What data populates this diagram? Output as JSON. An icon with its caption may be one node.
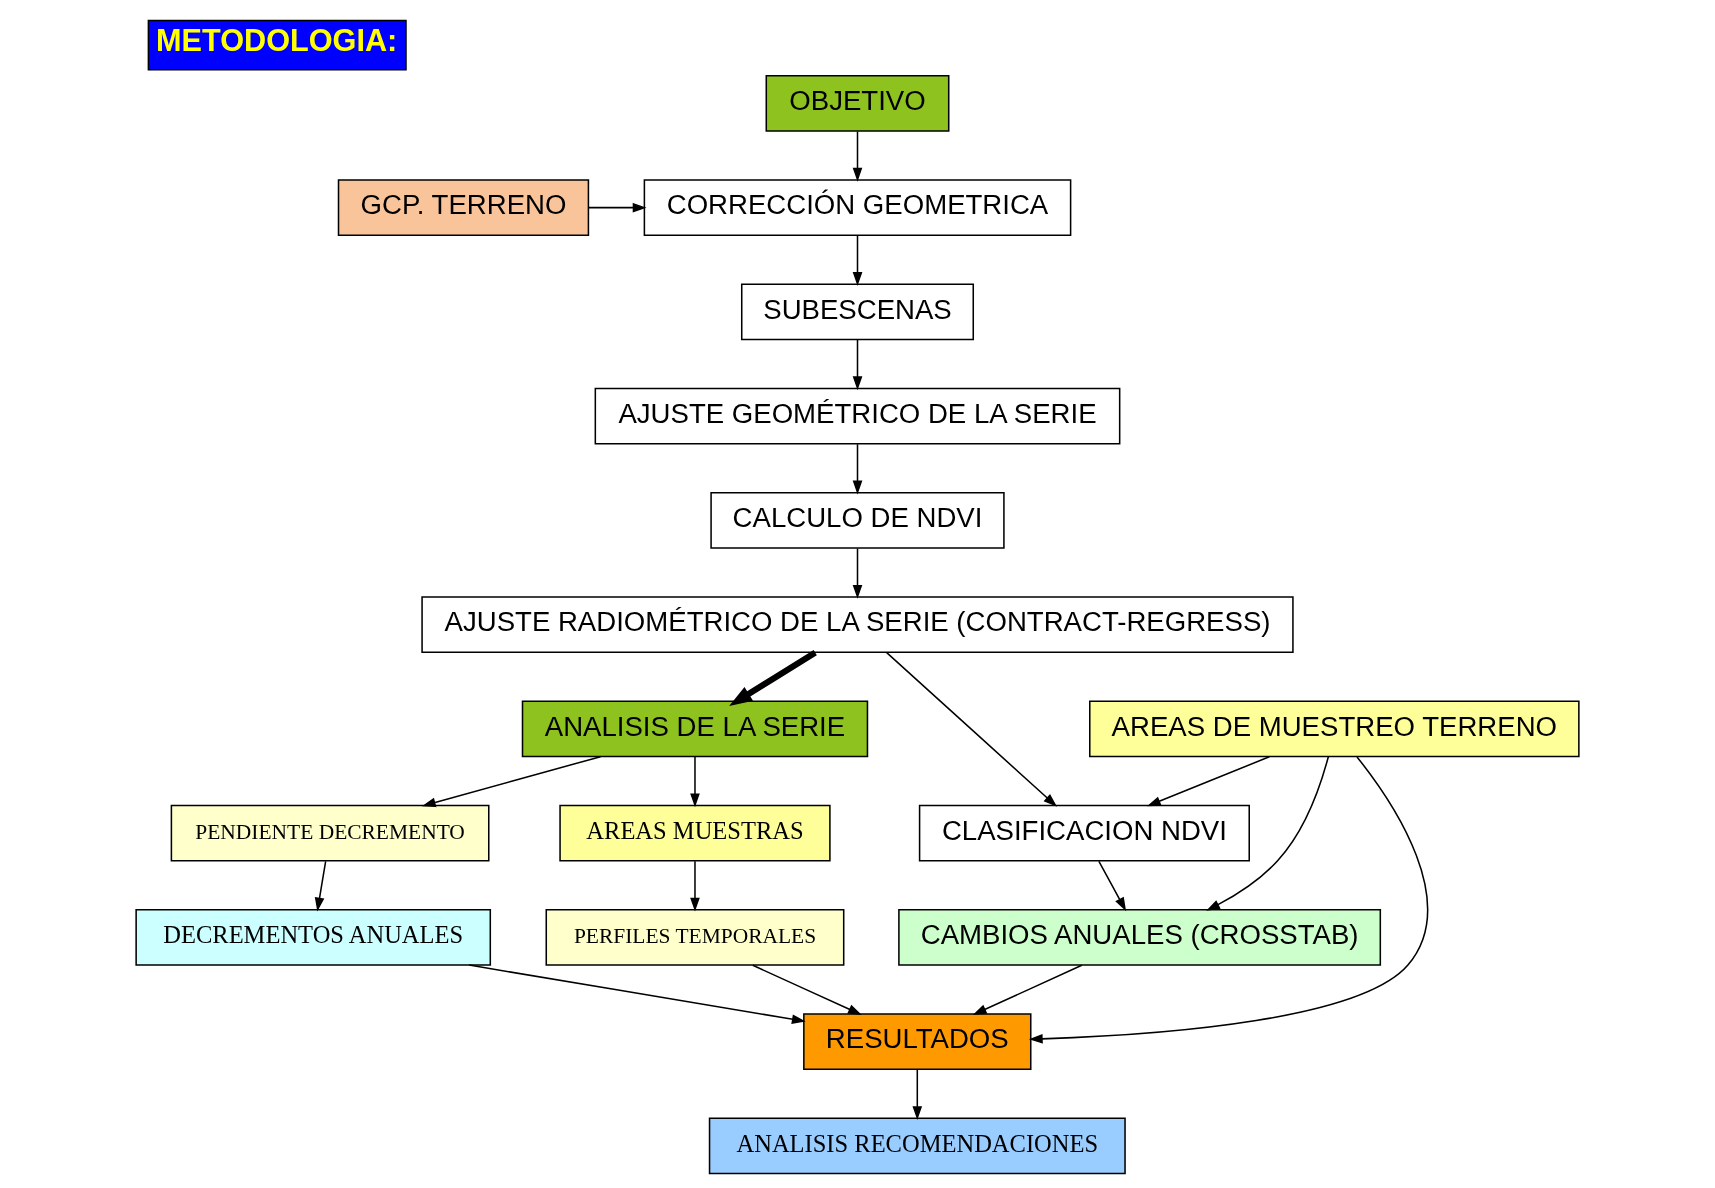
{
  "diagram": {
    "title": "METODOLOGIA:",
    "nodes": [
      {
        "text": [
          "OBJETIVO"
        ]
      },
      {
        "text": [
          "CORRECCIÓN GEOMETRICA"
        ]
      },
      {
        "text": [
          "GCP. TERRENO"
        ]
      },
      {
        "text": [
          "AREAS DE MUESTREO TERRENO"
        ]
      },
      {
        "text": [
          "SUBESCENAS"
        ]
      },
      {
        "text": [
          "AJUSTE GEOMÉTRICO DE LA SERIE"
        ]
      },
      {
        "text": [
          "CALCULO DE NDVI"
        ]
      },
      {
        "text": [
          "ANALISIS DE LA SERIE"
        ]
      },
      {
        "text": [
          "PENDIENTE DECREMENTO"
        ]
      },
      {
        "text": [
          "AREAS MUESTRAS"
        ]
      },
      {
        "text": [
          "DECREMENTOS ANUALES"
        ]
      },
      {
        "text": [
          "PERFILES TEMPORALES"
        ]
      },
      {
        "text": [
          "AJUSTE RADIOMÉTRICO DE LA SERIE (CONTRACT-REGRESS)"
        ]
      },
      {
        "text": [
          "RESULTADOS"
        ]
      },
      {
        "text": [
          "CLASIFICACION NDVI"
        ]
      },
      {
        "text": [
          "ANALISIS RECOMENDACIONES"
        ]
      },
      {
        "text": [
          "CAMBIOS ANUALES (CROSSTAB)"
        ]
      }
    ],
    "edges": [
      {
        "from": 0,
        "to": 1,
        "arrow": "to"
      },
      {
        "from": 2,
        "to": 1,
        "arrow": "to"
      },
      {
        "from": 1,
        "to": 4,
        "arrow": "to"
      },
      {
        "from": 4,
        "to": 5,
        "arrow": "to"
      },
      {
        "from": 5,
        "to": 6,
        "arrow": "to"
      },
      {
        "from": 6,
        "to": 12,
        "arrow": "to"
      },
      {
        "from": 3,
        "to": 13,
        "arrow": "to"
      },
      {
        "from": 3,
        "to": 14,
        "arrow": "to"
      },
      {
        "from": 3,
        "to": 16,
        "arrow": "to"
      },
      {
        "from": 12,
        "to": 7,
        "arrow": "to",
        "style": "thick"
      },
      {
        "from": 7,
        "to": 8,
        "arrow": "to"
      },
      {
        "from": 7,
        "to": 9,
        "arrow": "to"
      },
      {
        "from": 8,
        "to": 10,
        "arrow": "to"
      },
      {
        "from": 9,
        "to": 11,
        "arrow": "to"
      },
      {
        "from": 10,
        "to": 13,
        "arrow": "to"
      },
      {
        "from": 11,
        "to": 13,
        "arrow": "to"
      },
      {
        "from": 12,
        "to": 14,
        "arrow": "to"
      },
      {
        "from": 14,
        "to": 16,
        "arrow": "to"
      },
      {
        "from": 16,
        "to": 13,
        "arrow": "to"
      },
      {
        "from": 13,
        "to": 15,
        "arrow": "to"
      }
    ]
  }
}
